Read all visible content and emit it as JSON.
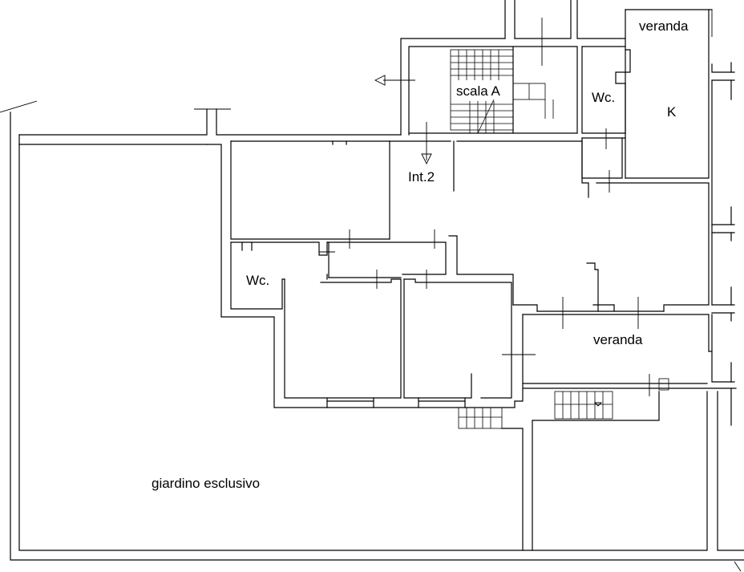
{
  "plan": {
    "labels": {
      "veranda_top": "veranda",
      "scala": "scala A",
      "wc_right": "Wc.",
      "kitchen": "K",
      "int": "Int.2",
      "wc_left": "Wc.",
      "veranda_mid": "veranda",
      "garden": "giardino esclusivo"
    }
  }
}
